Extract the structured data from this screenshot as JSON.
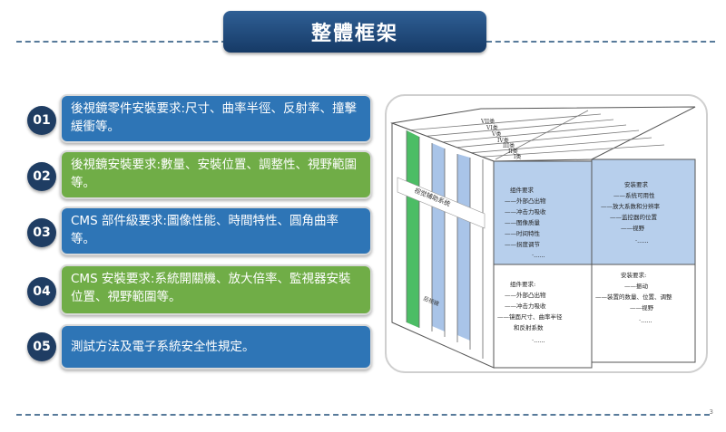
{
  "title": "整體框架",
  "items": [
    {
      "num": "01",
      "text": "後視鏡零件安裝要求:尺寸、曲率半徑、反射率、撞擊緩衝等。",
      "color": "#2e75b6"
    },
    {
      "num": "02",
      "text": "後視鏡安裝要求:數量、安裝位置、調整性、視野範圍等。",
      "color": "#70ad47"
    },
    {
      "num": "03",
      "text": "CMS 部件級要求:圖像性能、時間特性、圓角曲率等。",
      "color": "#2e75b6"
    },
    {
      "num": "04",
      "text": "CMS 安裝要求:系統開關機、放大倍率、監視器安裝位置、視野範圍等。",
      "color": "#70ad47"
    },
    {
      "num": "05",
      "text": "測試方法及電子系統安全性規定。",
      "color": "#2e75b6"
    }
  ],
  "diagram": {
    "top_labels": [
      "VII类",
      "VI类",
      "V类",
      "IV类",
      "III类",
      "II类",
      "I类"
    ],
    "side_label": "视觉辅助系统",
    "lower_label": "后视镜",
    "q1": [
      "组件要求",
      "——外部凸出物",
      "——冲击力吸收",
      "——图像质量",
      "——时间特性",
      "——拐度调节"
    ],
    "q2": [
      "安装要求",
      "——系统可用性",
      "——放大系数和分辨率",
      "——监控器的位置",
      "——视野"
    ],
    "q3": [
      "组件要求:",
      "——外部凸出物",
      "——冲击力吸收",
      "——镜面尺寸、曲率半径",
      "和反射系数"
    ],
    "q4": [
      "安装要求:",
      "——振动",
      "——装置的数量、位置、调整",
      "——视野"
    ],
    "ellipsis": "·......",
    "page_number": "3"
  }
}
